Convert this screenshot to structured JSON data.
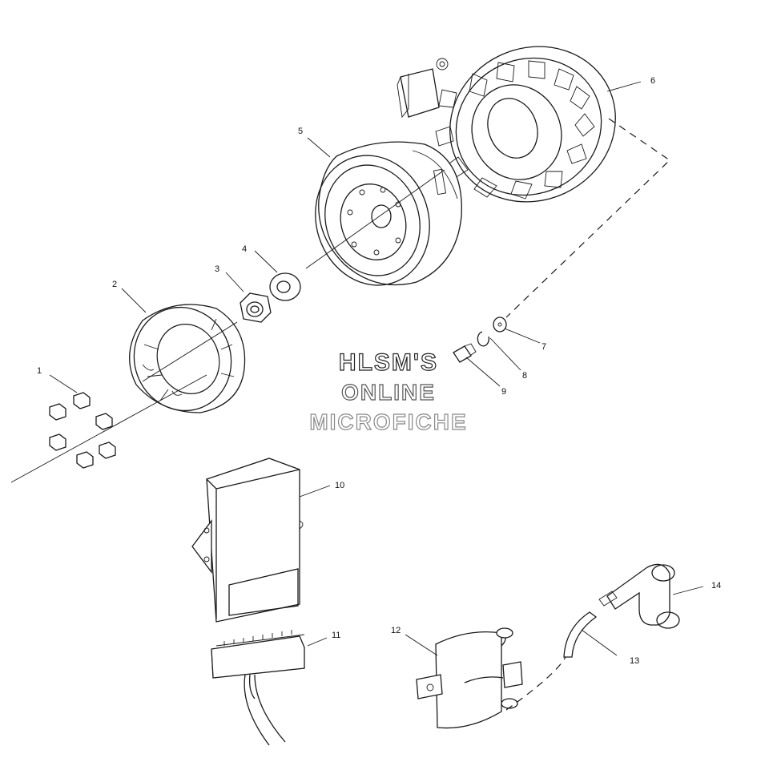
{
  "watermark": {
    "line1": "HLSM'S",
    "line2": "ONLINE",
    "line3": "MICROFICHE"
  },
  "callouts": [
    "1",
    "2",
    "3",
    "4",
    "5",
    "6",
    "7",
    "8",
    "9",
    "10",
    "11",
    "12",
    "13",
    "14"
  ]
}
